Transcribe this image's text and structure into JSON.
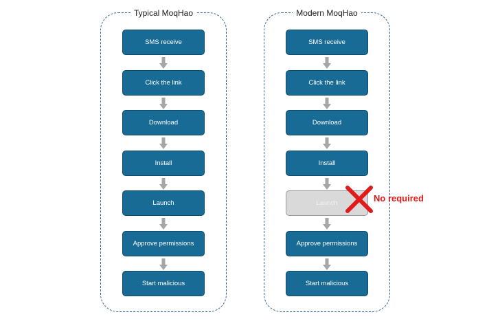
{
  "left_panel": {
    "title": "Typical MoqHao",
    "steps": [
      {
        "label": "SMS receive"
      },
      {
        "label": "Click the link"
      },
      {
        "label": "Download"
      },
      {
        "label": "Install"
      },
      {
        "label": "Launch"
      },
      {
        "label": "Approve permissions"
      },
      {
        "label": "Start malicious"
      }
    ]
  },
  "right_panel": {
    "title": "Modern MoqHao",
    "steps": [
      {
        "label": "SMS receive"
      },
      {
        "label": "Click the link"
      },
      {
        "label": "Download"
      },
      {
        "label": "Install"
      },
      {
        "label": "Launch",
        "disabled": true
      },
      {
        "label": "Approve permissions"
      },
      {
        "label": "Start malicious"
      }
    ]
  },
  "annotation": {
    "text": "No required",
    "color": "#e01b1b"
  },
  "colors": {
    "step_fill": "#186b94",
    "step_border": "#0f4a6b",
    "disabled_fill": "#d9d9d9",
    "panel_border": "#2c6a93",
    "arrow": "#a6a6a6"
  }
}
